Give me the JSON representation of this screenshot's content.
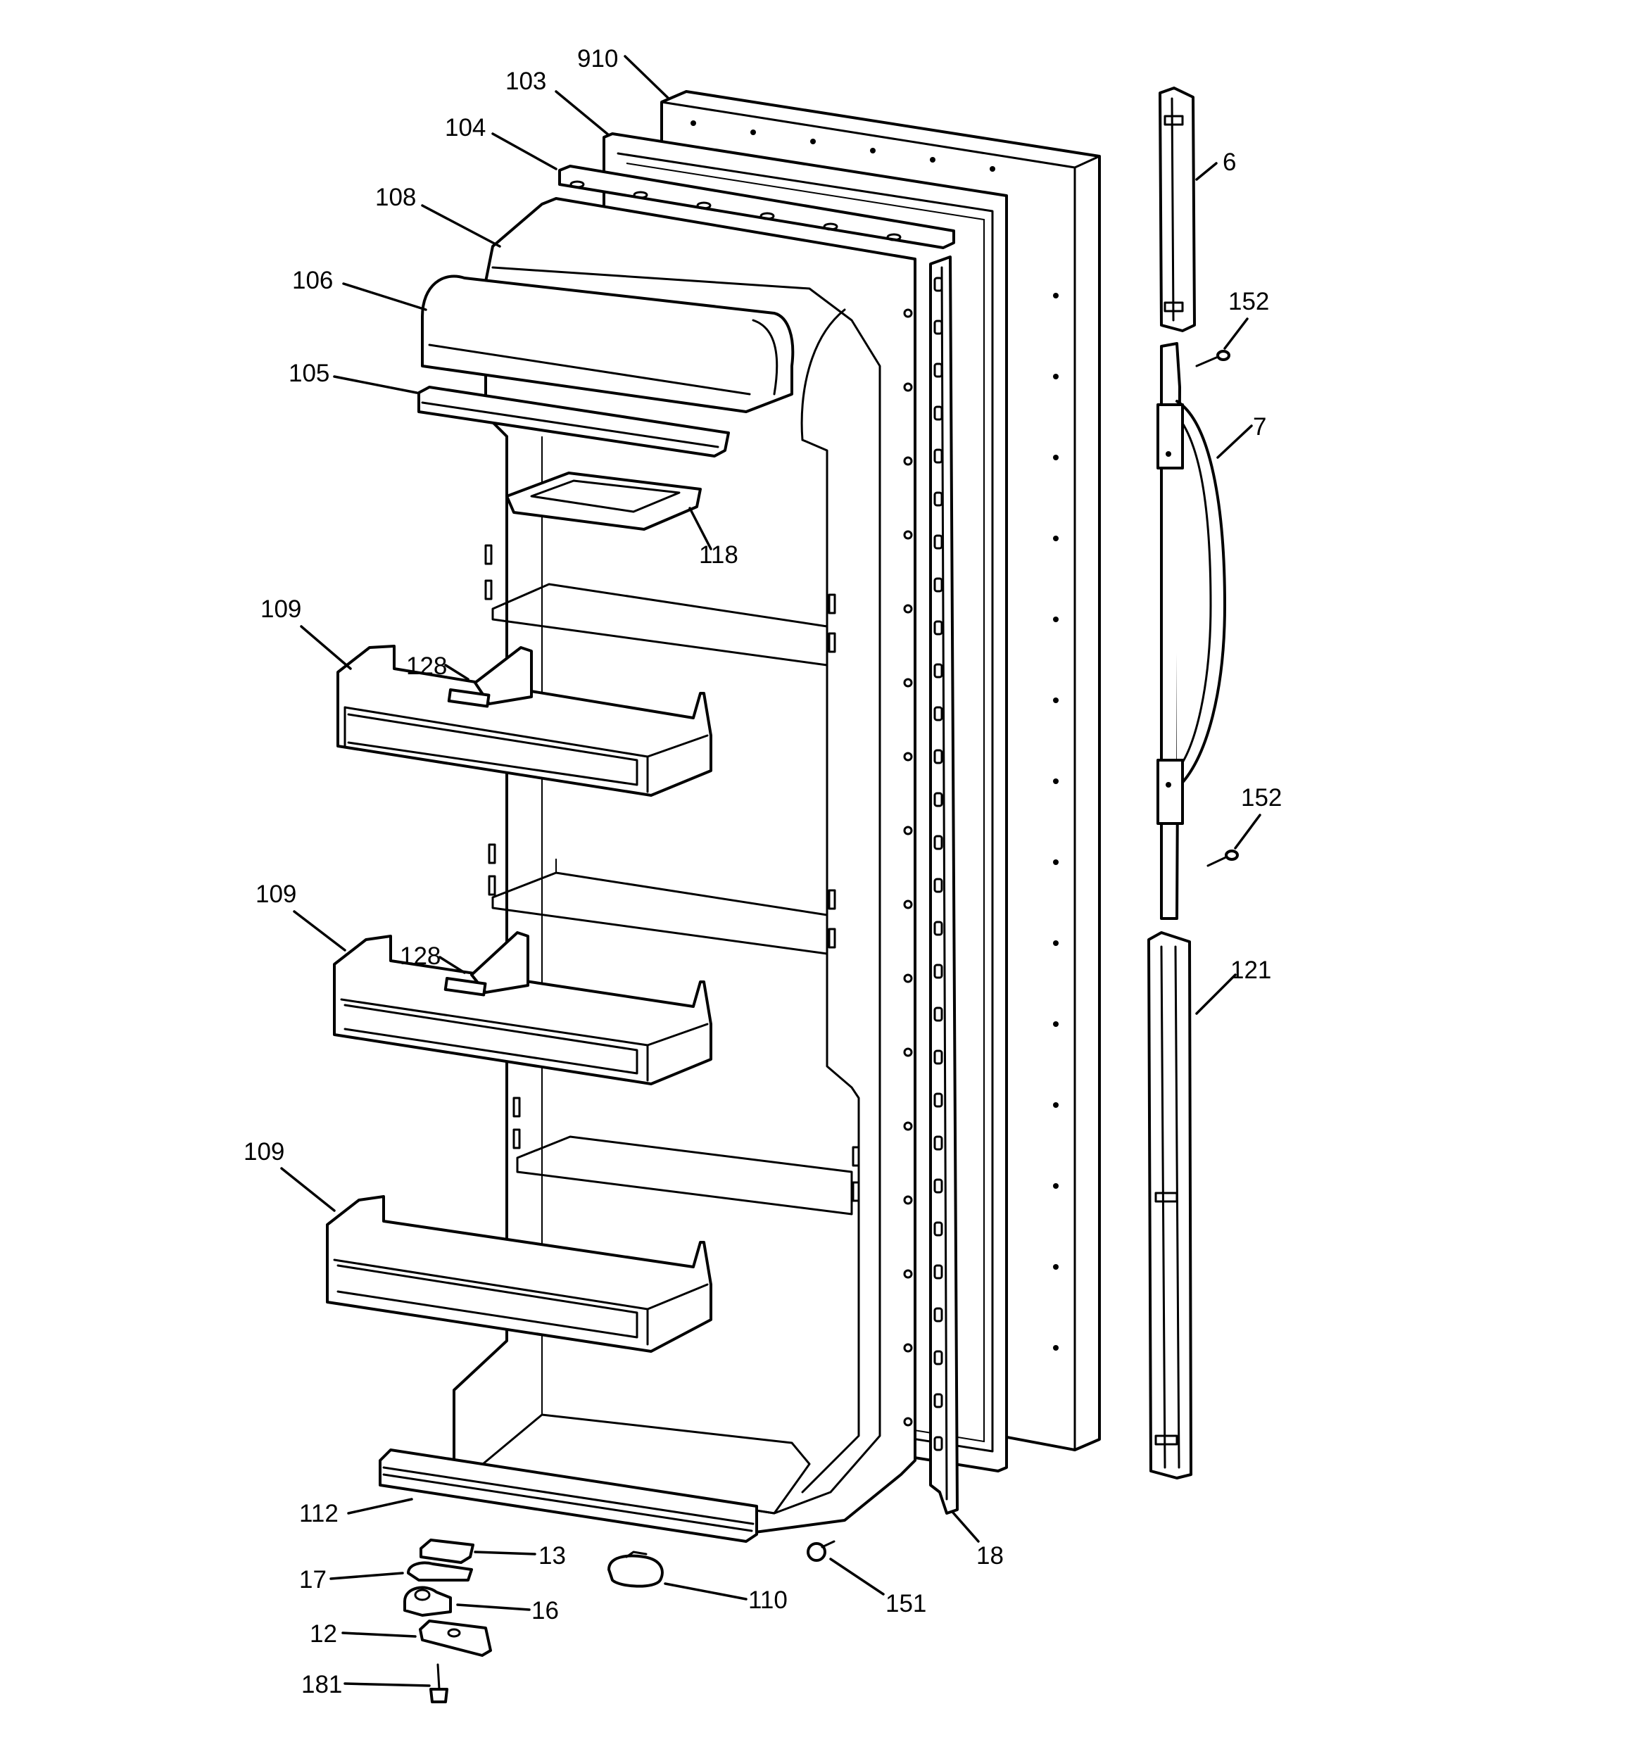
{
  "diagram": {
    "type": "exploded-parts-diagram",
    "colors": {
      "line": "#000000",
      "background": "#ffffff"
    },
    "callouts": {
      "c910": "910",
      "c103": "103",
      "c104": "104",
      "c108": "108",
      "c106": "106",
      "c105": "105",
      "c118": "118",
      "c109a": "109",
      "c128a": "128",
      "c109b": "109",
      "c128b": "128",
      "c109c": "109",
      "c112": "112",
      "c13": "13",
      "c17": "17",
      "c16": "16",
      "c12": "12",
      "c181": "181",
      "c110": "110",
      "c151": "151",
      "c18": "18",
      "c6": "6",
      "c152a": "152",
      "c7": "7",
      "c152b": "152",
      "c121": "121"
    }
  }
}
